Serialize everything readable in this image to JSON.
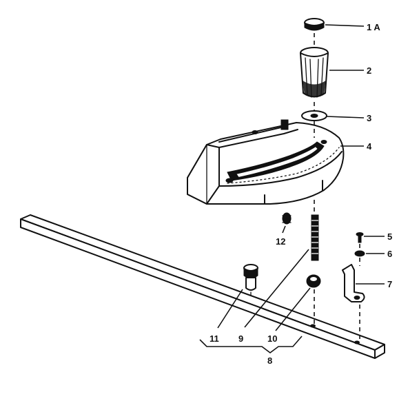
{
  "callouts": {
    "part_1a": "1 A",
    "part_2": "2",
    "part_3": "3",
    "part_4": "4",
    "part_5": "5",
    "part_6": "6",
    "part_7": "7",
    "part_8": "8",
    "part_9": "9",
    "part_10": "10",
    "part_11": "11",
    "part_12": "12"
  },
  "colors": {
    "ink": "#111111",
    "paper": "#ffffff"
  }
}
